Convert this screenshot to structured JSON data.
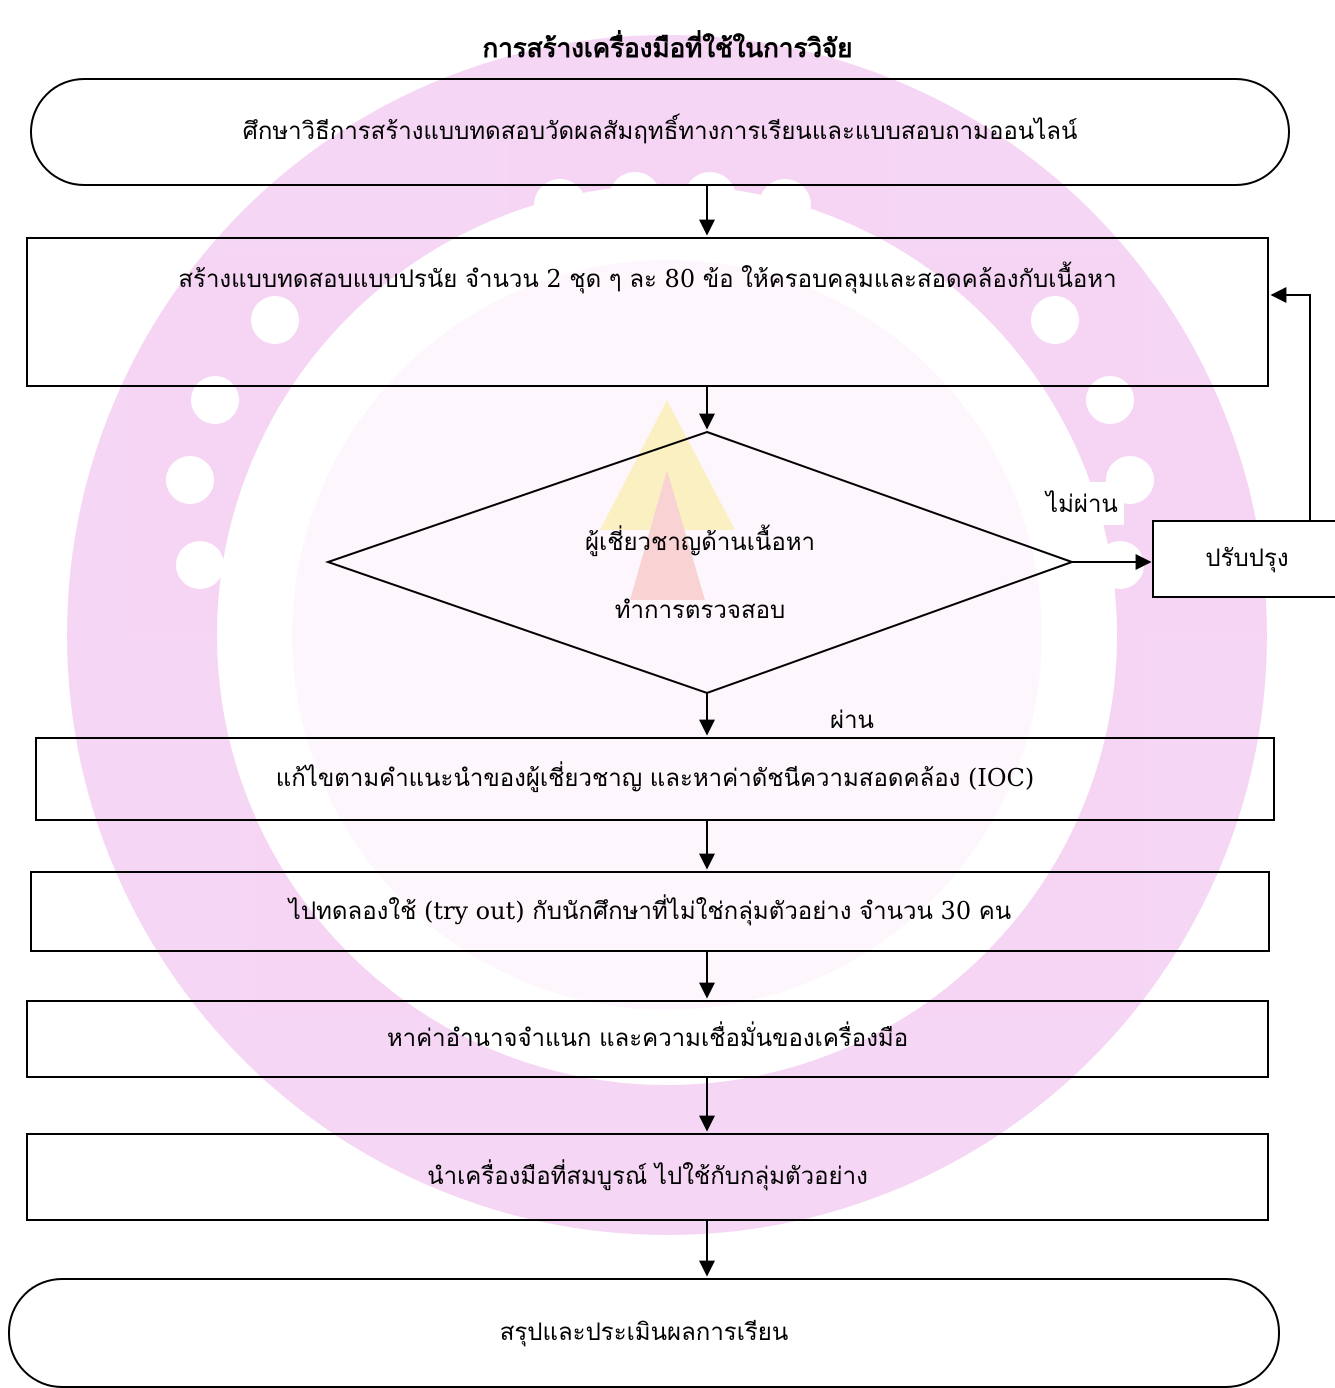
{
  "title": "การสร้างเครื่องมือที่ใช้ในการวิจัย",
  "steps": {
    "start": "ศึกษาวิธีการสร้างแบบทดสอบวัดผลสัมฤทธิ์ทางการเรียนและแบบสอบถามออนไลน์",
    "create": "สร้างแบบทดสอบแบบปรนัย จำนวน 2 ชุด ๆ ละ 80 ข้อ ให้ครอบคลุมและสอดคล้องกับเนื้อหา",
    "decision_line1": "ผู้เชี่ยวชาญด้านเนื้อหา",
    "decision_line2": "ทำการตรวจสอบ",
    "improve": "ปรับปรุง",
    "fail": "ไม่ผ่าน",
    "pass": "ผ่าน",
    "revise": "แก้ไขตามคำแนะนำของผู้เชี่ยวชาญ และหาค่าดัชนีความสอดคล้อง (IOC)",
    "tryout": "ไปทดลองใช้ (try out) กับนักศึกษาที่ไม่ใช่กลุ่มตัวอย่าง จำนวน 30 คน",
    "analyze": "หาค่าอำนาจจำแนก และความเชื่อมั่นของเครื่องมือ",
    "apply": "นำเครื่องมือที่สมบูรณ์ ไปใช้กับกลุ่มตัวอย่าง",
    "end": "สรุปและประเมินผลการเรียน"
  },
  "colors": {
    "line": "#000000",
    "watermark": "#e9a3e6"
  }
}
